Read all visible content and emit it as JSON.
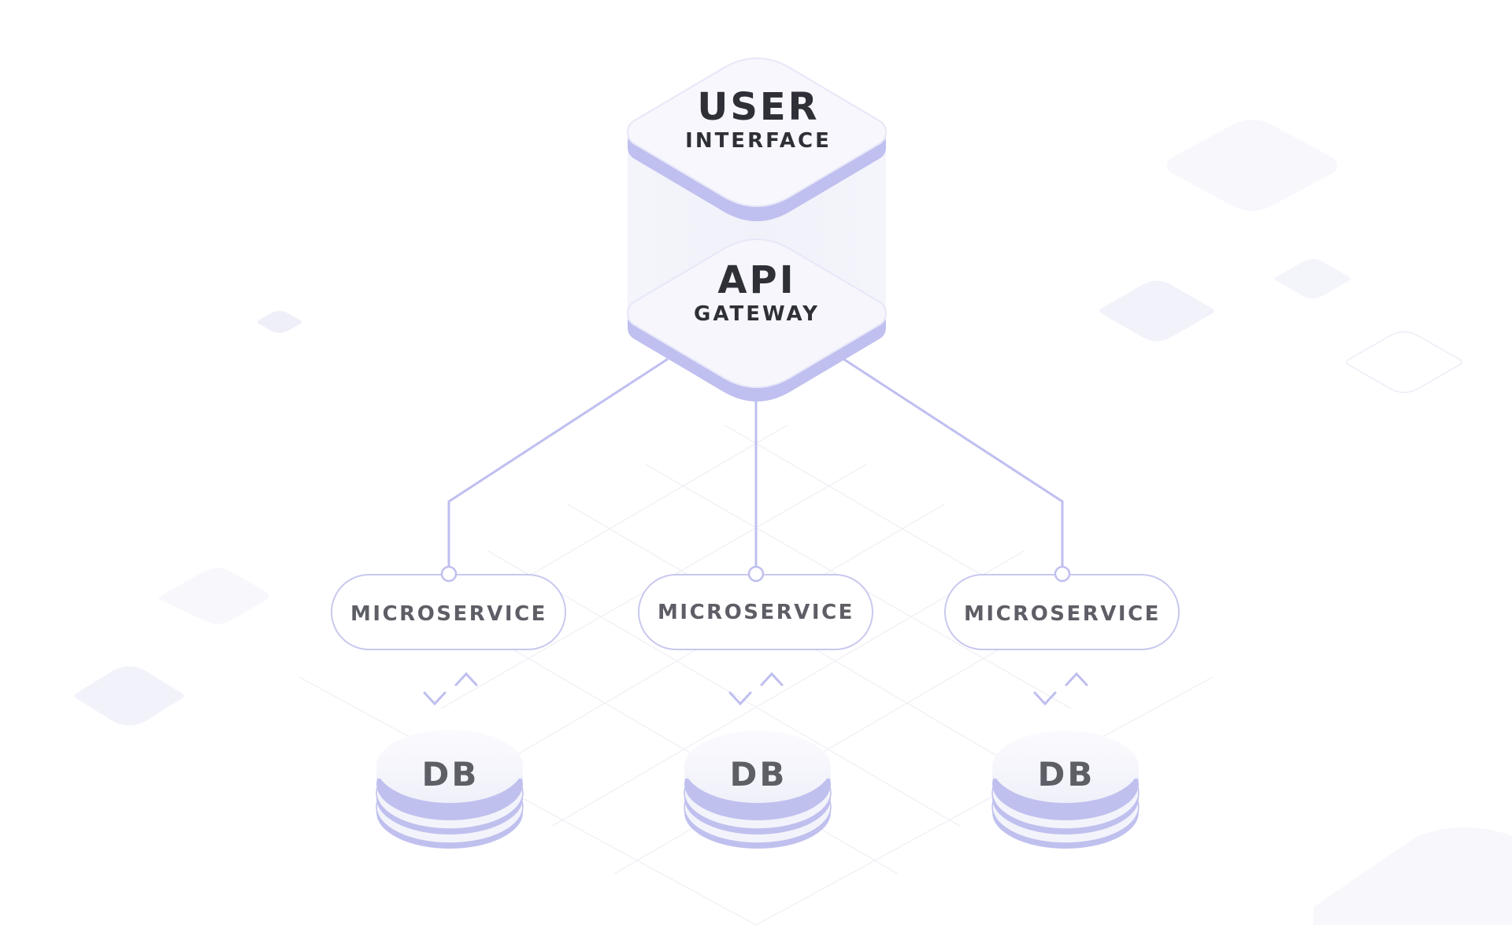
{
  "layers": {
    "user_interface": {
      "title": "USER",
      "subtitle": "INTERFACE"
    },
    "api_gateway": {
      "title": "API",
      "subtitle": "GATEWAY"
    }
  },
  "microservices": [
    {
      "label": "MICROSERVICE",
      "db_label": "DB"
    },
    {
      "label": "MICROSERVICE",
      "db_label": "DB"
    },
    {
      "label": "MICROSERVICE",
      "db_label": "DB"
    }
  ],
  "colors": {
    "accent": "#bfbff0",
    "accent_dark": "#b3b3ec",
    "node_fill": "#f7f7fd",
    "text_dark": "#2f2f37",
    "text_gray": "#5e5e66",
    "decor": "#f3f3fb"
  },
  "icons": {
    "down_arrow": "arrow-down-icon",
    "up_arrow": "arrow-up-icon",
    "connector": "connector-dot-icon"
  }
}
